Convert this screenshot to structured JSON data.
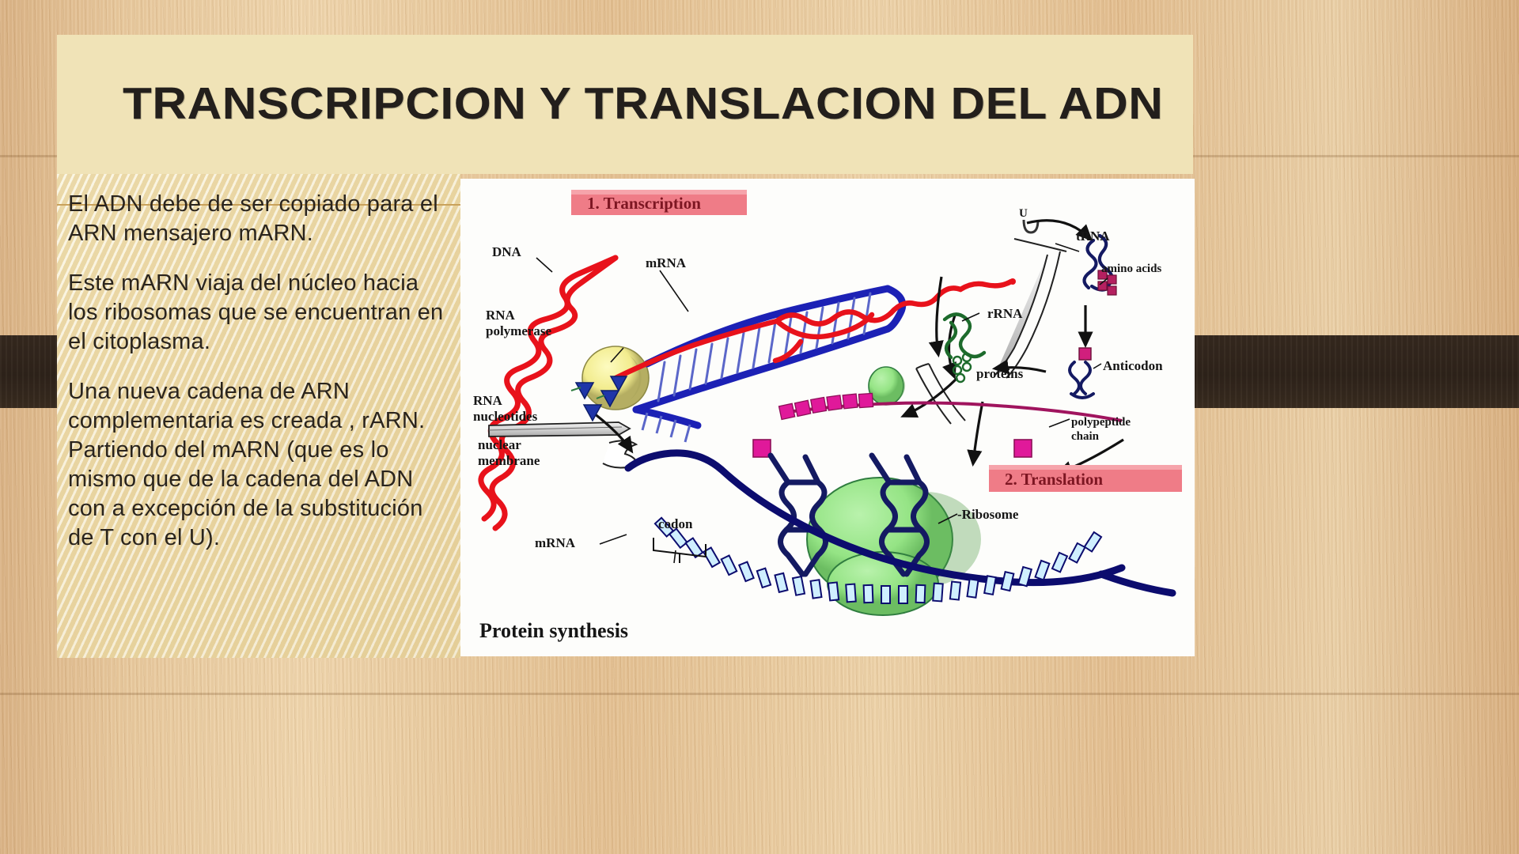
{
  "slide": {
    "title": "TRANSCRIPCION Y TRANSLACION DEL ADN",
    "background_color": "#e3bf90",
    "title_banner_color": "#f0e3b7",
    "accent_rule_color": "#c9a25c"
  },
  "body": {
    "paragraphs": [
      "El ADN debe de ser copiado para el ARN mensajero mARN.",
      "Este  mARN viaja del núcleo hacia los ribosomas  que se encuentran en el citoplasma.",
      "Una nueva cadena de ARN complementaria es creada , rARN. Partiendo del mARN (que es lo mismo que de la cadena del ADN con a excepción de la substitución de T con el U)."
    ]
  },
  "diagram": {
    "caption": "Protein synthesis",
    "banners": [
      {
        "label": "1. Transcription",
        "color": "#ef7c87",
        "text_color": "#7d1622"
      },
      {
        "label": "2. Translation",
        "color": "#ef7c87",
        "text_color": "#7d1622"
      }
    ],
    "labels": {
      "dna": "DNA",
      "mrna_top": "mRNA",
      "rna_polymerase_1": "RNA",
      "rna_polymerase_2": "polymerase",
      "rna_nucleotides_1": "RNA",
      "rna_nucleotides_2": "nucleotides",
      "nuclear_membrane_1": "nuclear",
      "nuclear_membrane_2": "membrane",
      "mrna_bottom": "mRNA",
      "codon": "codon",
      "trna": "tRNA",
      "amino_acids": "amino acids",
      "rrna": "rRNA",
      "proteins": "proteins",
      "anticodon": "Anticodon",
      "polypeptide_1": "polypeptide",
      "polypeptide_2": "chain",
      "ribosome": "-Ribosome",
      "u_base": "U"
    },
    "colors": {
      "dna_red": "#e8121b",
      "dna_blue": "#1c21b5",
      "trna_navy": "#141a62",
      "ribosome_green": "#9ae88a",
      "rrna_green": "#1d6b2c",
      "polypeptide_magenta": "#e0199a",
      "polymerase_yellow": "#f5f09a",
      "nucleotide_blue": "#1f35a8",
      "membrane_gray": "#d8d8d8"
    }
  }
}
